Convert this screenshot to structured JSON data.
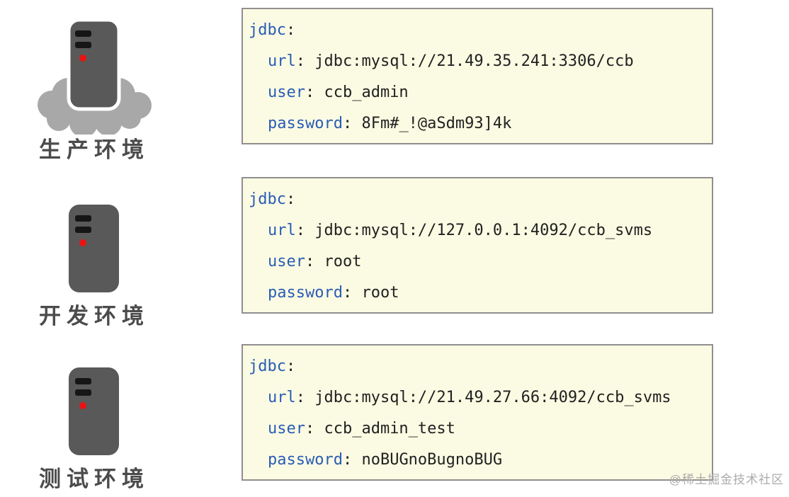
{
  "watermark": "@稀土掘金技术社区",
  "colors": {
    "key_blue": "#2a5cb5",
    "value_dark": "#212121",
    "block_background": "#fbfbe3",
    "block_border": "#8f8f8f",
    "server_body_gray": "#595959",
    "server_slot_black": "#161616",
    "server_led_red": "#e81313",
    "cloud_gray": "#a8a8a8",
    "label_gray": "#4b4b4b"
  },
  "environments": [
    {
      "label": "生产环境",
      "icon": "server-with-cloud",
      "config": {
        "lines": [
          {
            "key": "jdbc",
            "rest": ":"
          },
          {
            "key": "url",
            "rest": ": jdbc:mysql://21.49.35.241:3306/ccb"
          },
          {
            "key": "user",
            "rest": ": ccb_admin"
          },
          {
            "key": "password",
            "rest": ": 8Fm#_!@aSdm93]4k"
          }
        ]
      }
    },
    {
      "label": "开发环境",
      "icon": "server",
      "config": {
        "lines": [
          {
            "key": "jdbc",
            "rest": ":"
          },
          {
            "key": "url",
            "rest": ": jdbc:mysql://127.0.0.1:4092/ccb_svms"
          },
          {
            "key": "user",
            "rest": ": root"
          },
          {
            "key": "password",
            "rest": ": root"
          }
        ]
      }
    },
    {
      "label": "测试环境",
      "icon": "server",
      "config": {
        "lines": [
          {
            "key": "jdbc",
            "rest": ":"
          },
          {
            "key": "url",
            "rest": ": jdbc:mysql://21.49.27.66:4092/ccb_svms"
          },
          {
            "key": "user",
            "rest": ": ccb_admin_test"
          },
          {
            "key": "password",
            "rest": ": noBUGnoBugnoBUG"
          }
        ]
      }
    }
  ]
}
